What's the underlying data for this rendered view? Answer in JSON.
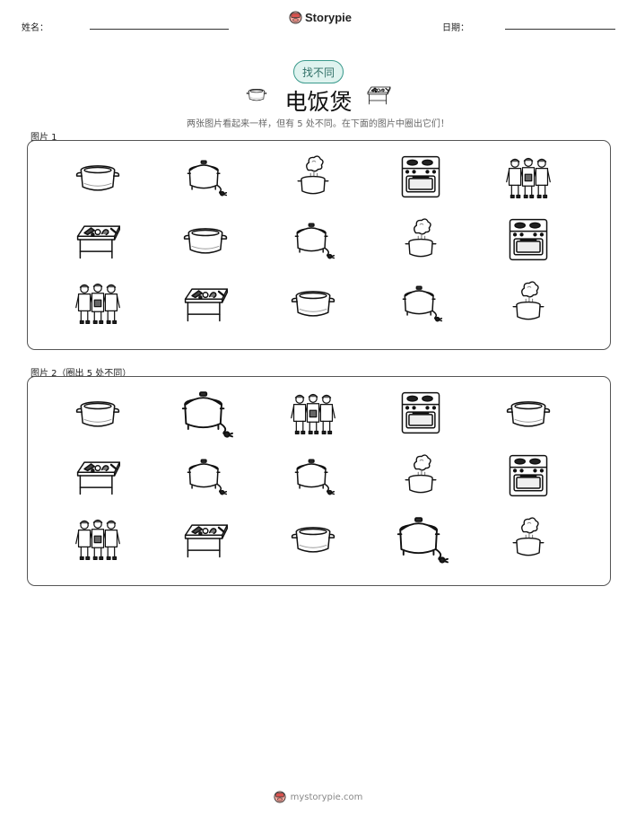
{
  "header": {
    "name_label": "姓名：",
    "date_label": "日期：",
    "brand": "Storypie"
  },
  "badge": "找不同",
  "title": "电饭煲",
  "subtitle": "两张图片看起来一样，但有 5 处不同。在下面的图片中圈出它们！",
  "picture1": {
    "label": "图片 1",
    "rows": [
      [
        "pot",
        "cooker",
        "steam-pot",
        "stove",
        "chefs"
      ],
      [
        "table",
        "pot",
        "cooker",
        "steam-pot",
        "stove"
      ],
      [
        "chefs",
        "table",
        "pot",
        "cooker",
        "steam-pot"
      ]
    ]
  },
  "picture2": {
    "label": "图片 2（圈出 5 处不同）",
    "rows": [
      [
        "pot",
        "cooker-large",
        "chefs",
        "stove",
        "pot"
      ],
      [
        "table",
        "cooker",
        "cooker",
        "steam-pot",
        "stove"
      ],
      [
        "chefs",
        "table",
        "pot",
        "cooker-large",
        "steam-pot"
      ]
    ]
  },
  "footer": {
    "site": "mystorypie.com"
  },
  "colors": {
    "accent": "#3a9a8c",
    "badge_bg": "#dff3ef",
    "panel_border": "#555555"
  }
}
